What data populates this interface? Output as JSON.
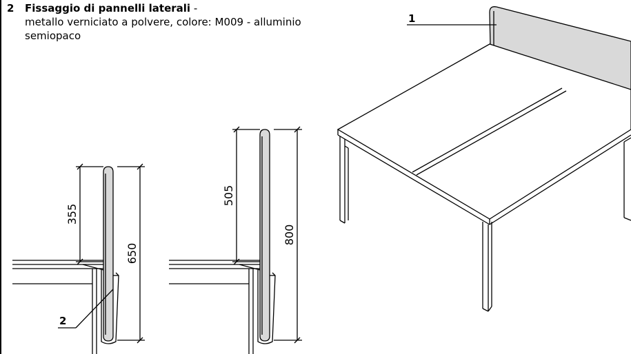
{
  "legend": {
    "number": "2",
    "title": "Fissaggio di pannelli laterali",
    "separator": " -",
    "description": "metallo verniciato a polvere, colore: M009 - alluminio semiopaco"
  },
  "callouts": {
    "side_fixing": "2",
    "panel": "1"
  },
  "dimensions": {
    "left_panel_above_desk": "355",
    "left_panel_total": "650",
    "right_panel_above_desk": "505",
    "right_panel_total": "800"
  },
  "colors": {
    "panel_fill": "#d9d9d9",
    "line": "#000000"
  }
}
